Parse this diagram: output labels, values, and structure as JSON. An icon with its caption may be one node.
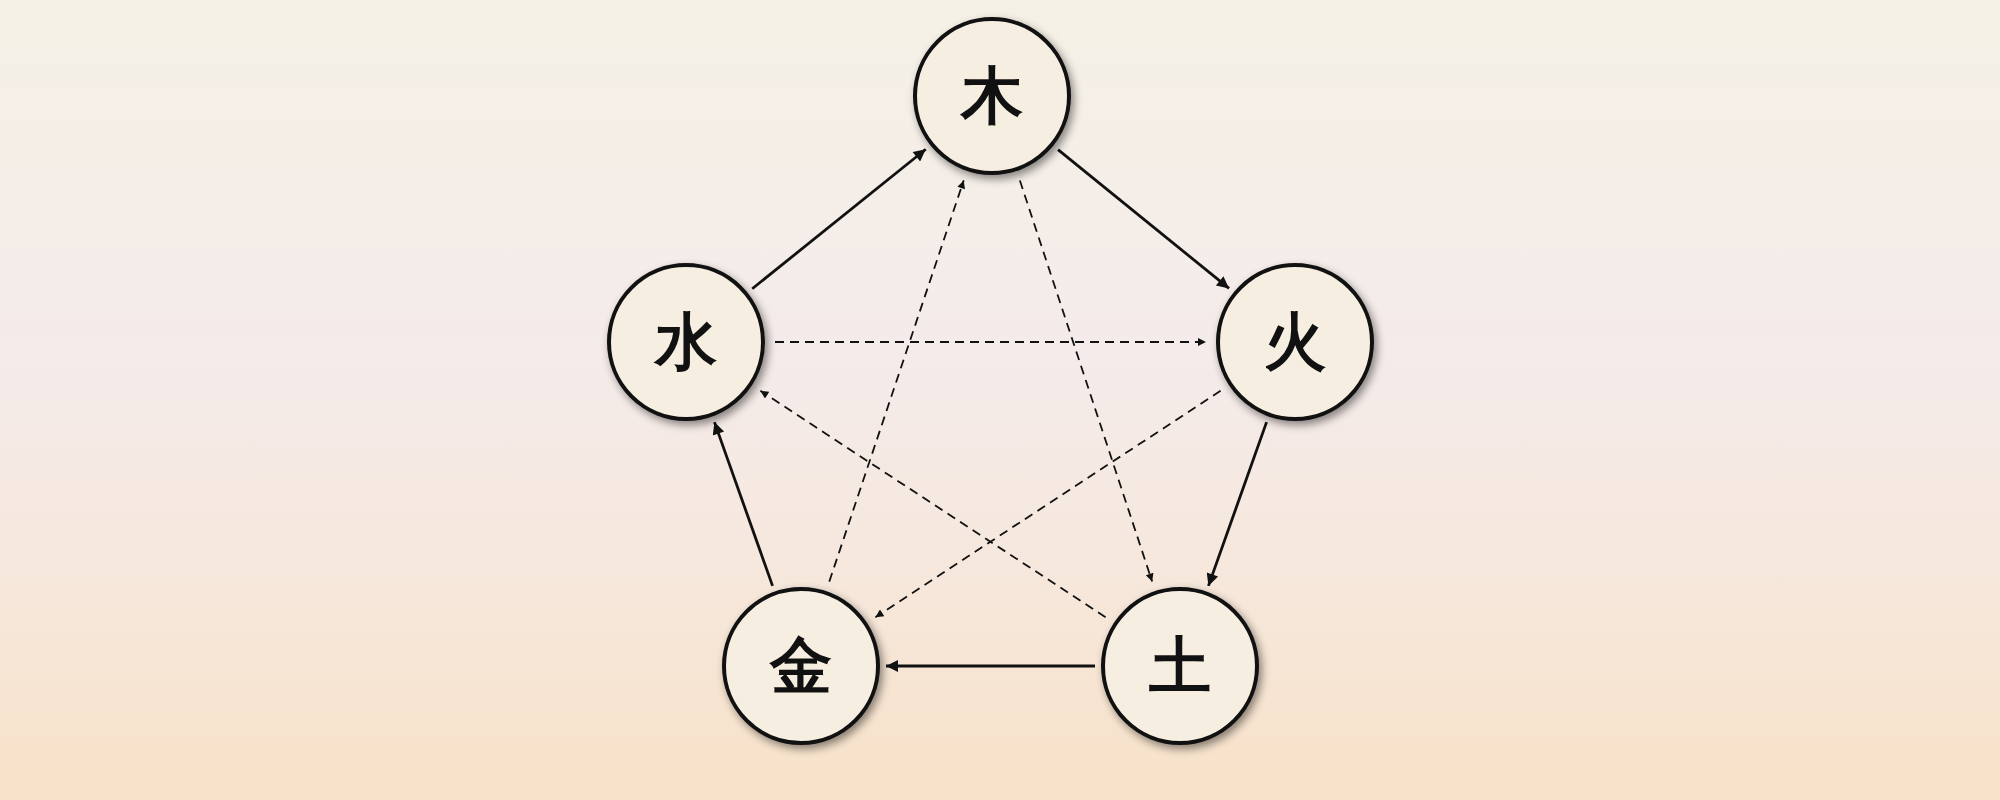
{
  "diagram": {
    "nodes": [
      {
        "text": [
          "木"
        ]
      },
      {
        "text": [
          "水"
        ]
      },
      {
        "text": [
          "火"
        ]
      },
      {
        "text": [
          "金"
        ]
      },
      {
        "text": [
          "土"
        ]
      }
    ],
    "edges": [
      {
        "from": 1,
        "to": 0,
        "arrow": "to"
      },
      {
        "from": 0,
        "to": 2,
        "arrow": "to"
      },
      {
        "from": 2,
        "to": 4,
        "arrow": "to"
      },
      {
        "from": 4,
        "to": 3,
        "arrow": "to"
      },
      {
        "from": 3,
        "to": 1,
        "arrow": "to"
      },
      {
        "from": 1,
        "to": 2,
        "arrow": "to",
        "style": "dashed"
      },
      {
        "from": 0,
        "to": 4,
        "arrow": "to",
        "style": "dashed"
      },
      {
        "from": 4,
        "to": 1,
        "arrow": "to",
        "style": "dashed"
      },
      {
        "from": 2,
        "to": 3,
        "arrow": "to",
        "style": "dashed"
      },
      {
        "from": 3,
        "to": 0,
        "arrow": "to",
        "style": "dashed"
      }
    ]
  }
}
